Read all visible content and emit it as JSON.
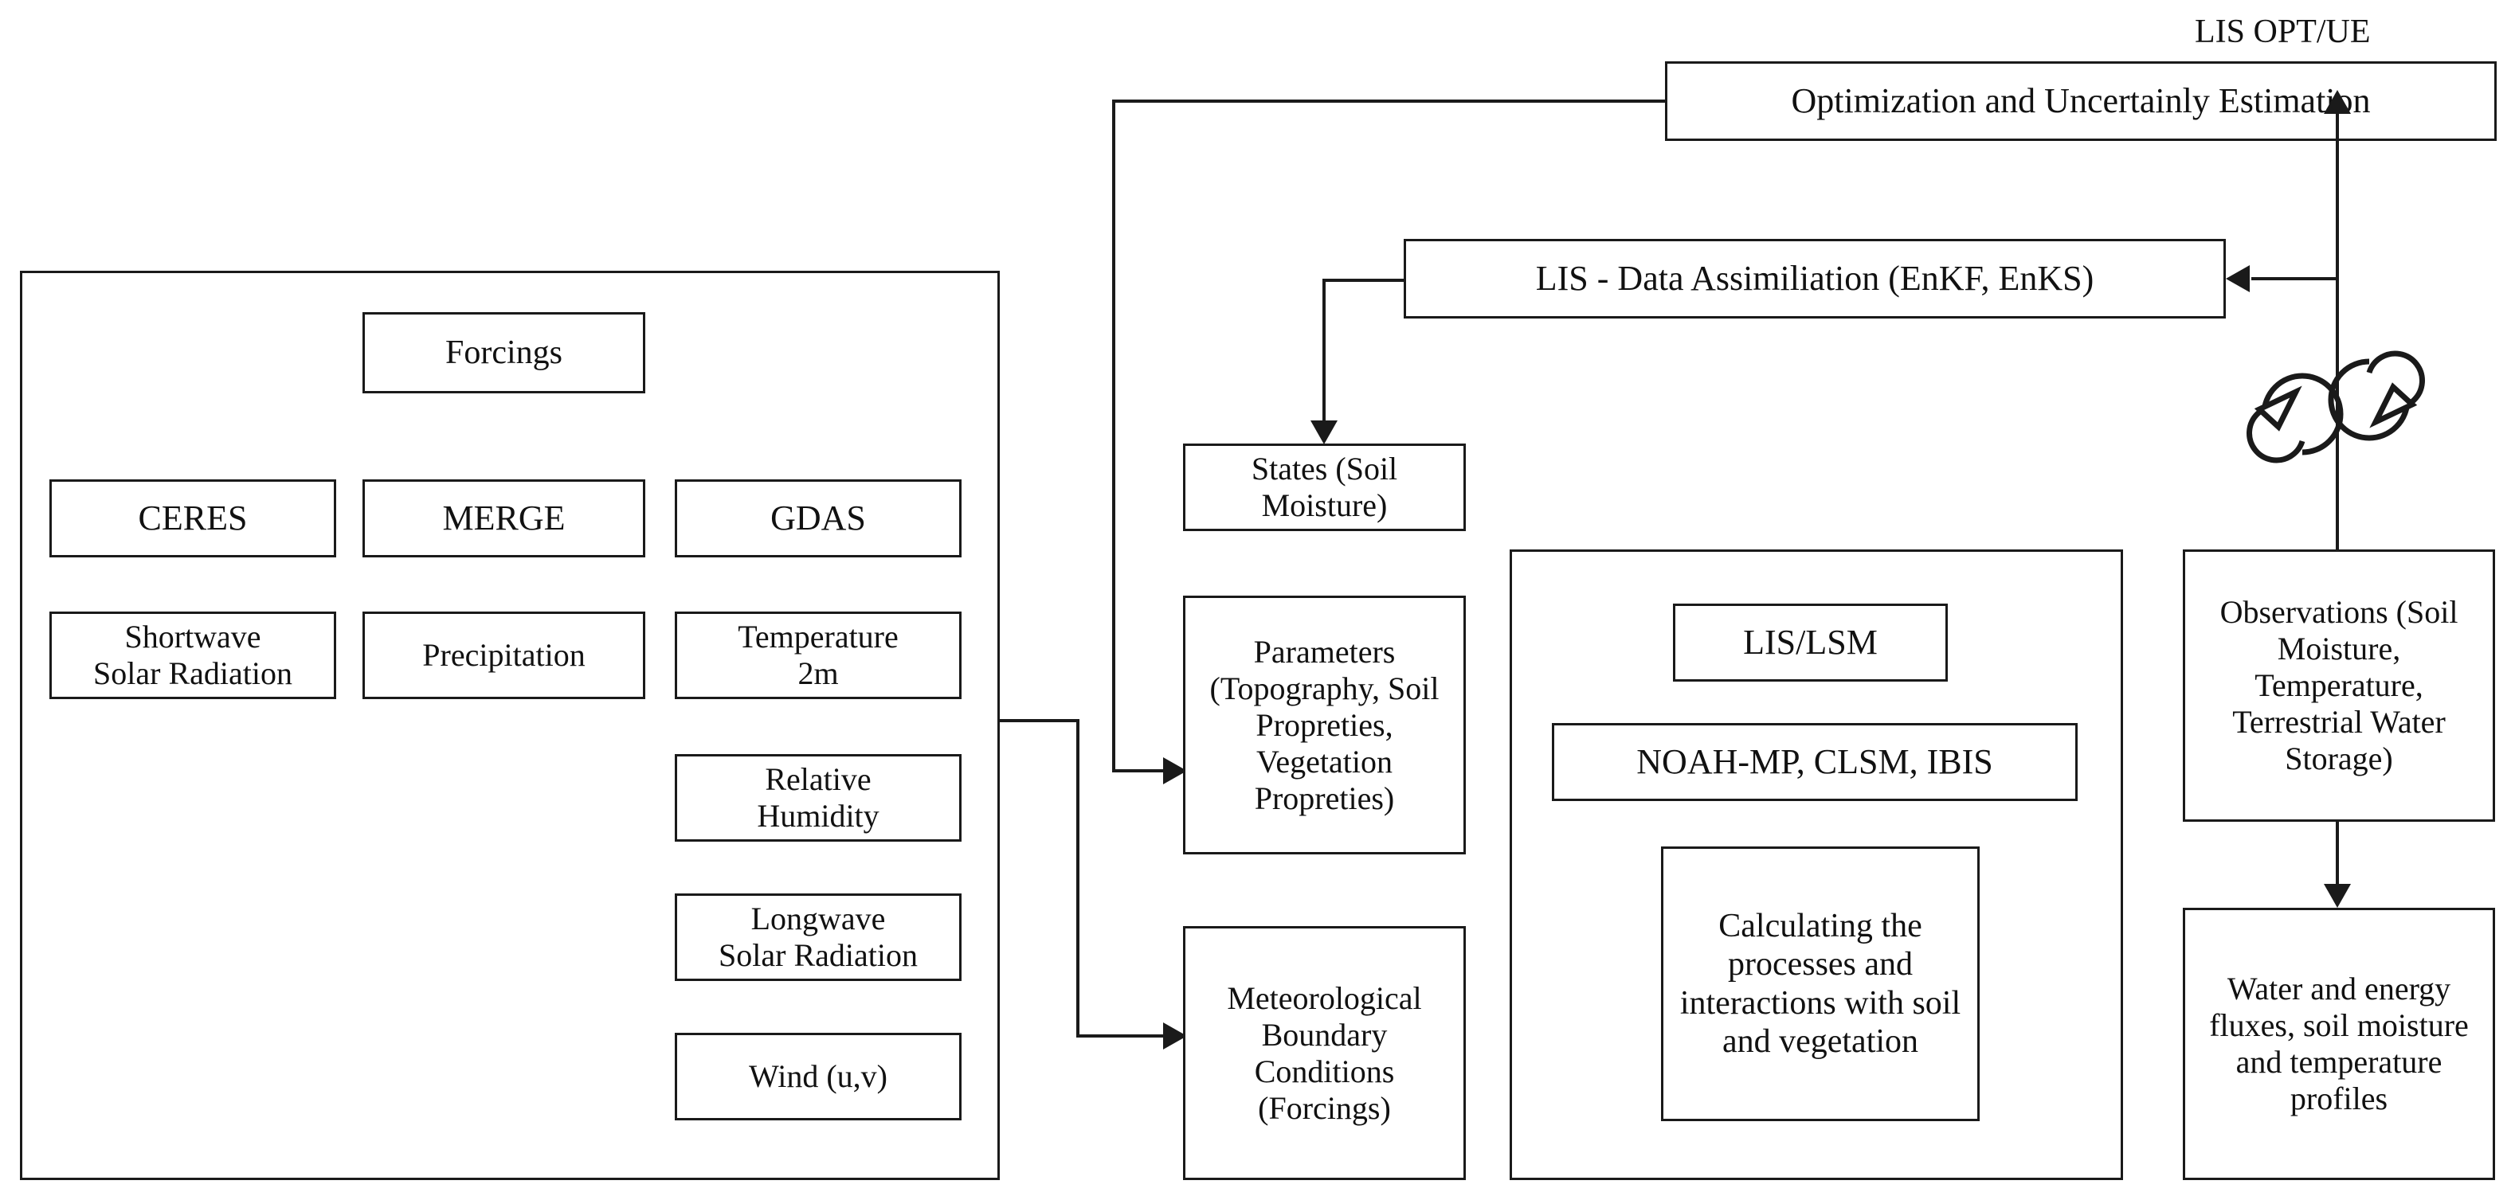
{
  "diagram": {
    "title_label": "LIS OPT/UE",
    "top_boxes": {
      "optimization": "Optimization and Uncertainly Estimation",
      "data_assimilation": "LIS - Data Assimiliation (EnKF, EnKS)"
    },
    "forcings_panel": {
      "header": "Forcings",
      "sources": [
        "CERES",
        "MERGE",
        "GDAS"
      ],
      "variables": [
        "Shortwave\nSolar Radiation",
        "Precipitation",
        "Temperature\n2m",
        "Relative\nHumidity",
        "Longwave\nSolar Radiation",
        "Wind (u,v)"
      ],
      "ceres_var": "Shortwave Solar Radiation",
      "merge_var": "Precipitation",
      "gdas_vars": [
        "Temperature 2m",
        "Relative Humidity",
        "Longwave Solar Radiation",
        "Wind (u,v)"
      ]
    },
    "middle_column": {
      "states": "States (Soil Moisture)",
      "parameters": "Parameters (Topography, Soil Propreties, Vegetation Propreties)",
      "meteorological": "Meteorological Boundary Conditions (Forcings)"
    },
    "lsm_panel": {
      "title": "LIS/LSM",
      "models": "NOAH-MP, CLSM, IBIS",
      "description": "Calculating the processes and interactions with soil and vegetation"
    },
    "right_column": {
      "observations": "Observations (Soil Moisture, Temperature, Terrestrial Water Storage)",
      "outputs": "Water and energy fluxes, soil moisture and temperature profiles"
    },
    "icons": {
      "cycle": "cycle-arrows-icon"
    },
    "colors": {
      "stroke": "#1a1a1a",
      "background": "#ffffff"
    }
  }
}
